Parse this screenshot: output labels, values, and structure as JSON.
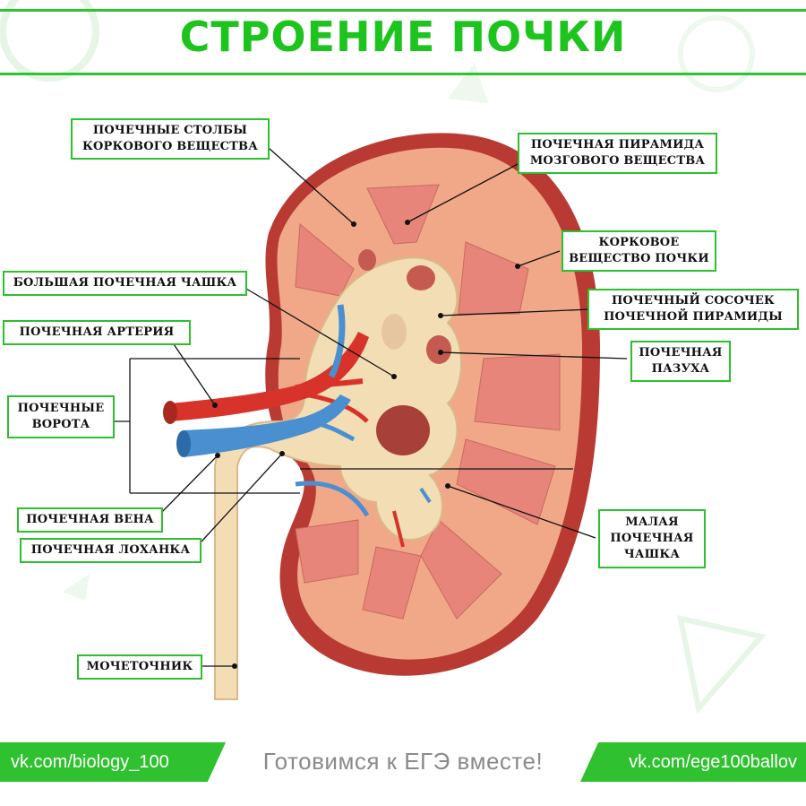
{
  "title": "СТРОЕНИЕ ПОЧКИ",
  "labels": {
    "columns": "ПОЧЕЧНЫЕ СТОЛБЫ КОРКОВОГО ВЕЩЕСТВА",
    "pyramid": "ПОЧЕЧНАЯ ПИРАМИДА МОЗГОВОГО ВЕЩЕСТВА",
    "cortex": "КОРКОВОЕ ВЕЩЕСТВО ПОЧКИ",
    "major_calyx": "БОЛЬШАЯ ПОЧЕЧНАЯ ЧАШКА",
    "papilla": "ПОЧЕЧНЫЙ СОСОЧЕК ПОЧЕЧНОЙ ПИРАМИДЫ",
    "artery": "ПОЧЕЧНАЯ АРТЕРИЯ",
    "sinus": "ПОЧЕЧНАЯ ПАЗУХА",
    "hilum": "ПОЧЕЧНЫЕ ВОРОТА",
    "vein": "ПОЧЕЧНАЯ ВЕНА",
    "minor_calyx": "МАЛАЯ ПОЧЕЧНАЯ ЧАШКА",
    "pelvis": "ПОЧЕЧНАЯ ЛОХАНКА",
    "ureter": "МОЧЕТОЧНИК"
  },
  "footer": {
    "left": "vk.com/biology_100",
    "center": "Готовимся к ЕГЭ вместе!",
    "right": "vk.com/ege100ballov"
  },
  "colors": {
    "accent": "#2cc02c",
    "capsule": "#b83a32",
    "cortex": "#f0a888",
    "pyramid": "#e8857a",
    "artery": "#d8332b",
    "vein": "#4a8fd0",
    "pelvis": "#f3ddb4"
  }
}
